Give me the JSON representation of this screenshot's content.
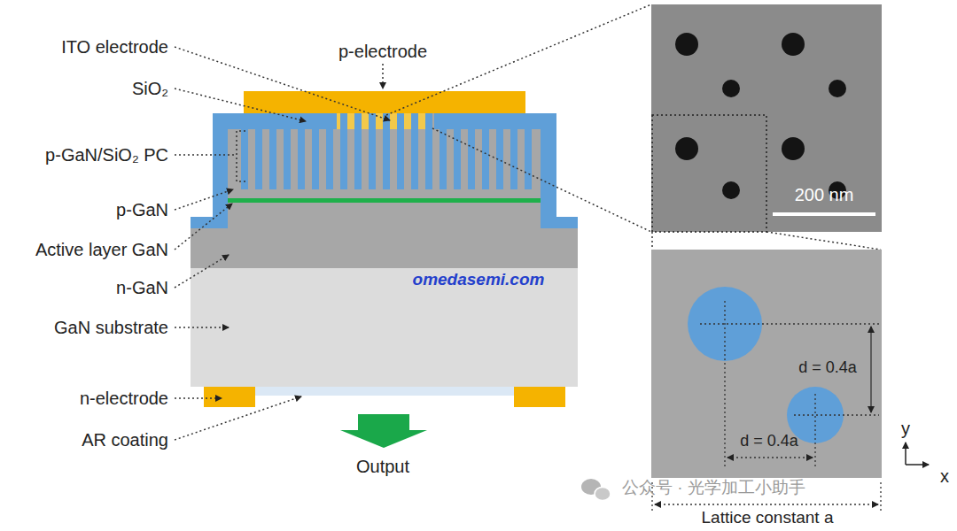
{
  "diagram": {
    "labels": [
      "ITO electrode",
      "p-electrode",
      "SiO₂",
      "p-GaN/SiO₂ PC",
      "p-GaN",
      "Active layer GaN",
      "n-GaN",
      "GaN substrate",
      "n-electrode",
      "AR coating",
      "Output",
      "200 nm",
      "d = 0.4a",
      "d = 0.4a",
      "y",
      "x",
      "Lattice constant a",
      "omedasemi.com",
      "公众号 · 光学加工小助手"
    ]
  }
}
